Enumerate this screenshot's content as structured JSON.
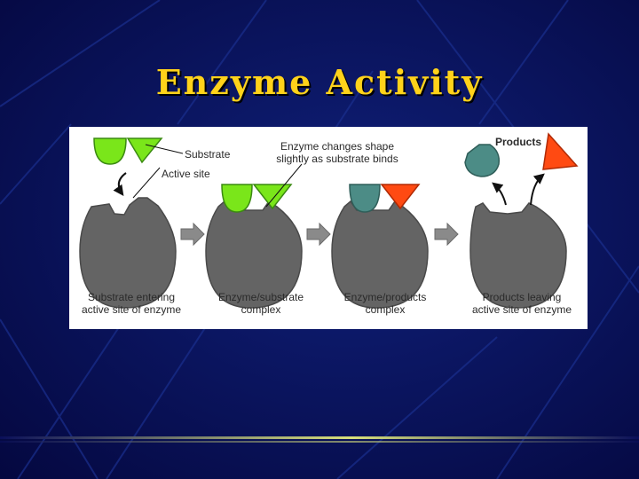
{
  "slide": {
    "title": "Enzyme Activity",
    "colors": {
      "background": "#060a52",
      "title": "#ffd21a"
    }
  },
  "diagram": {
    "labels": {
      "substrate": "Substrate",
      "active_site": "Active site",
      "enzyme_changes_line1": "Enzyme changes shape",
      "enzyme_changes_line2": "slightly as substrate binds",
      "products": "Products"
    },
    "captions": [
      {
        "line1": "Substrate entering",
        "line2": "active site of enzyme"
      },
      {
        "line1": "Enzyme/substrate",
        "line2": "complex"
      },
      {
        "line1": "Enzyme/products",
        "line2": "complex"
      },
      {
        "line1": "Products leaving",
        "line2": "active site of enzyme"
      }
    ],
    "colors": {
      "enzyme": "#646464",
      "substrate": "#7ae61a",
      "product_round": "#4c8c86",
      "product_triangle": "#ff4a12",
      "arrow": "#8a8a8a"
    }
  }
}
